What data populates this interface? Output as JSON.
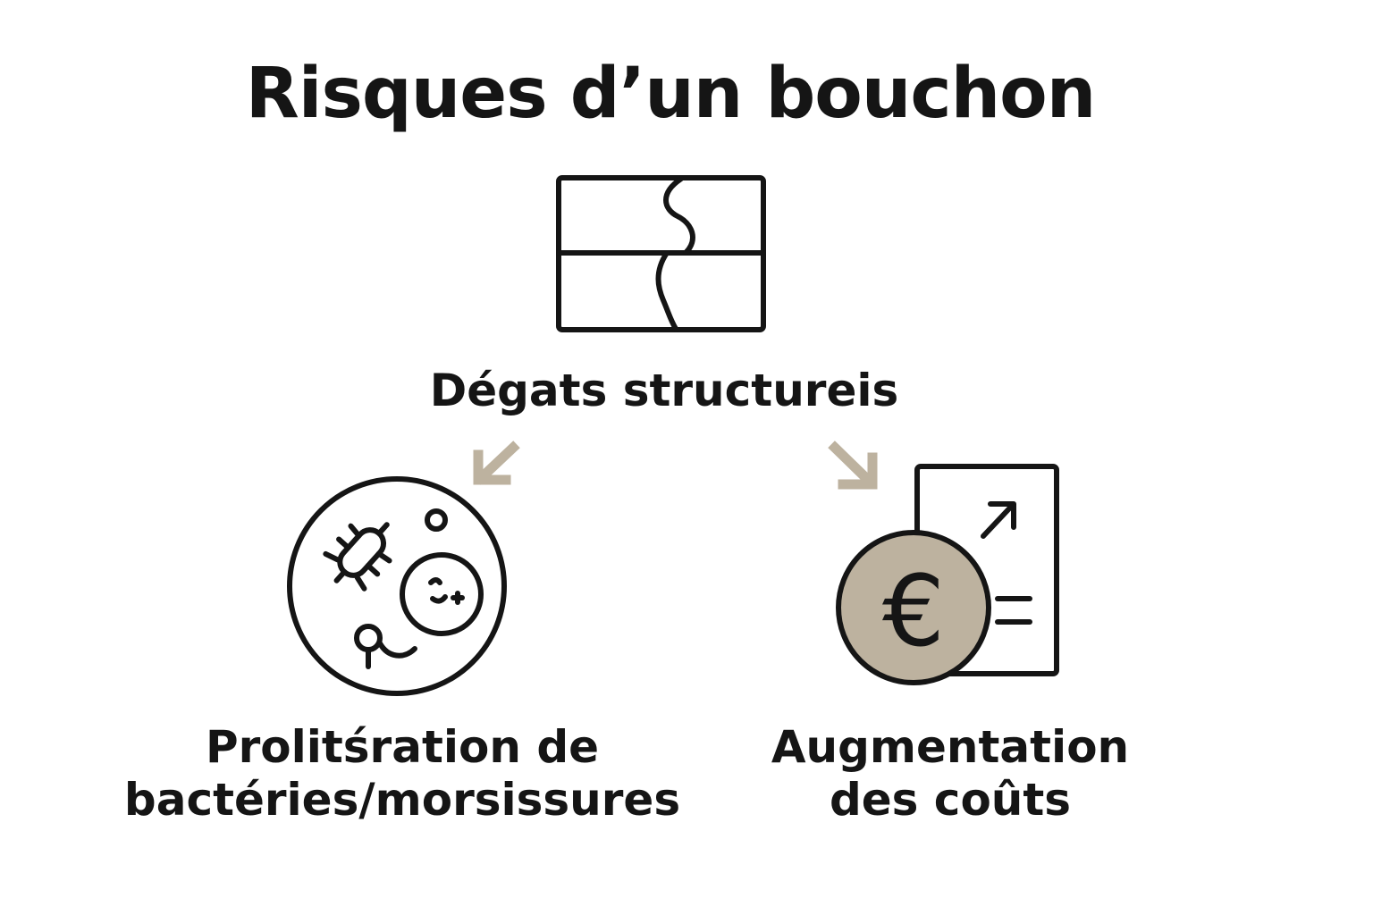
{
  "title": "Risques d’un bouchon",
  "nodes": {
    "structural": {
      "label": "Dégats structureis",
      "icon": "cracked-wall-icon"
    },
    "bacteria": {
      "label_line1": "Prolitśration de",
      "label_line2": "bactéries/morsissures",
      "icon": "bacteria-icon"
    },
    "costs": {
      "label_line1": "Augmentation",
      "label_line2": "des coûts",
      "icon": "euro-cost-icon",
      "currency_symbol": "€"
    }
  },
  "arrows": [
    {
      "from": "structural",
      "to": "bacteria"
    },
    {
      "from": "structural",
      "to": "costs"
    }
  ],
  "colors": {
    "text": "#151515",
    "accent": "#bdb29f",
    "background": "#ffffff"
  }
}
